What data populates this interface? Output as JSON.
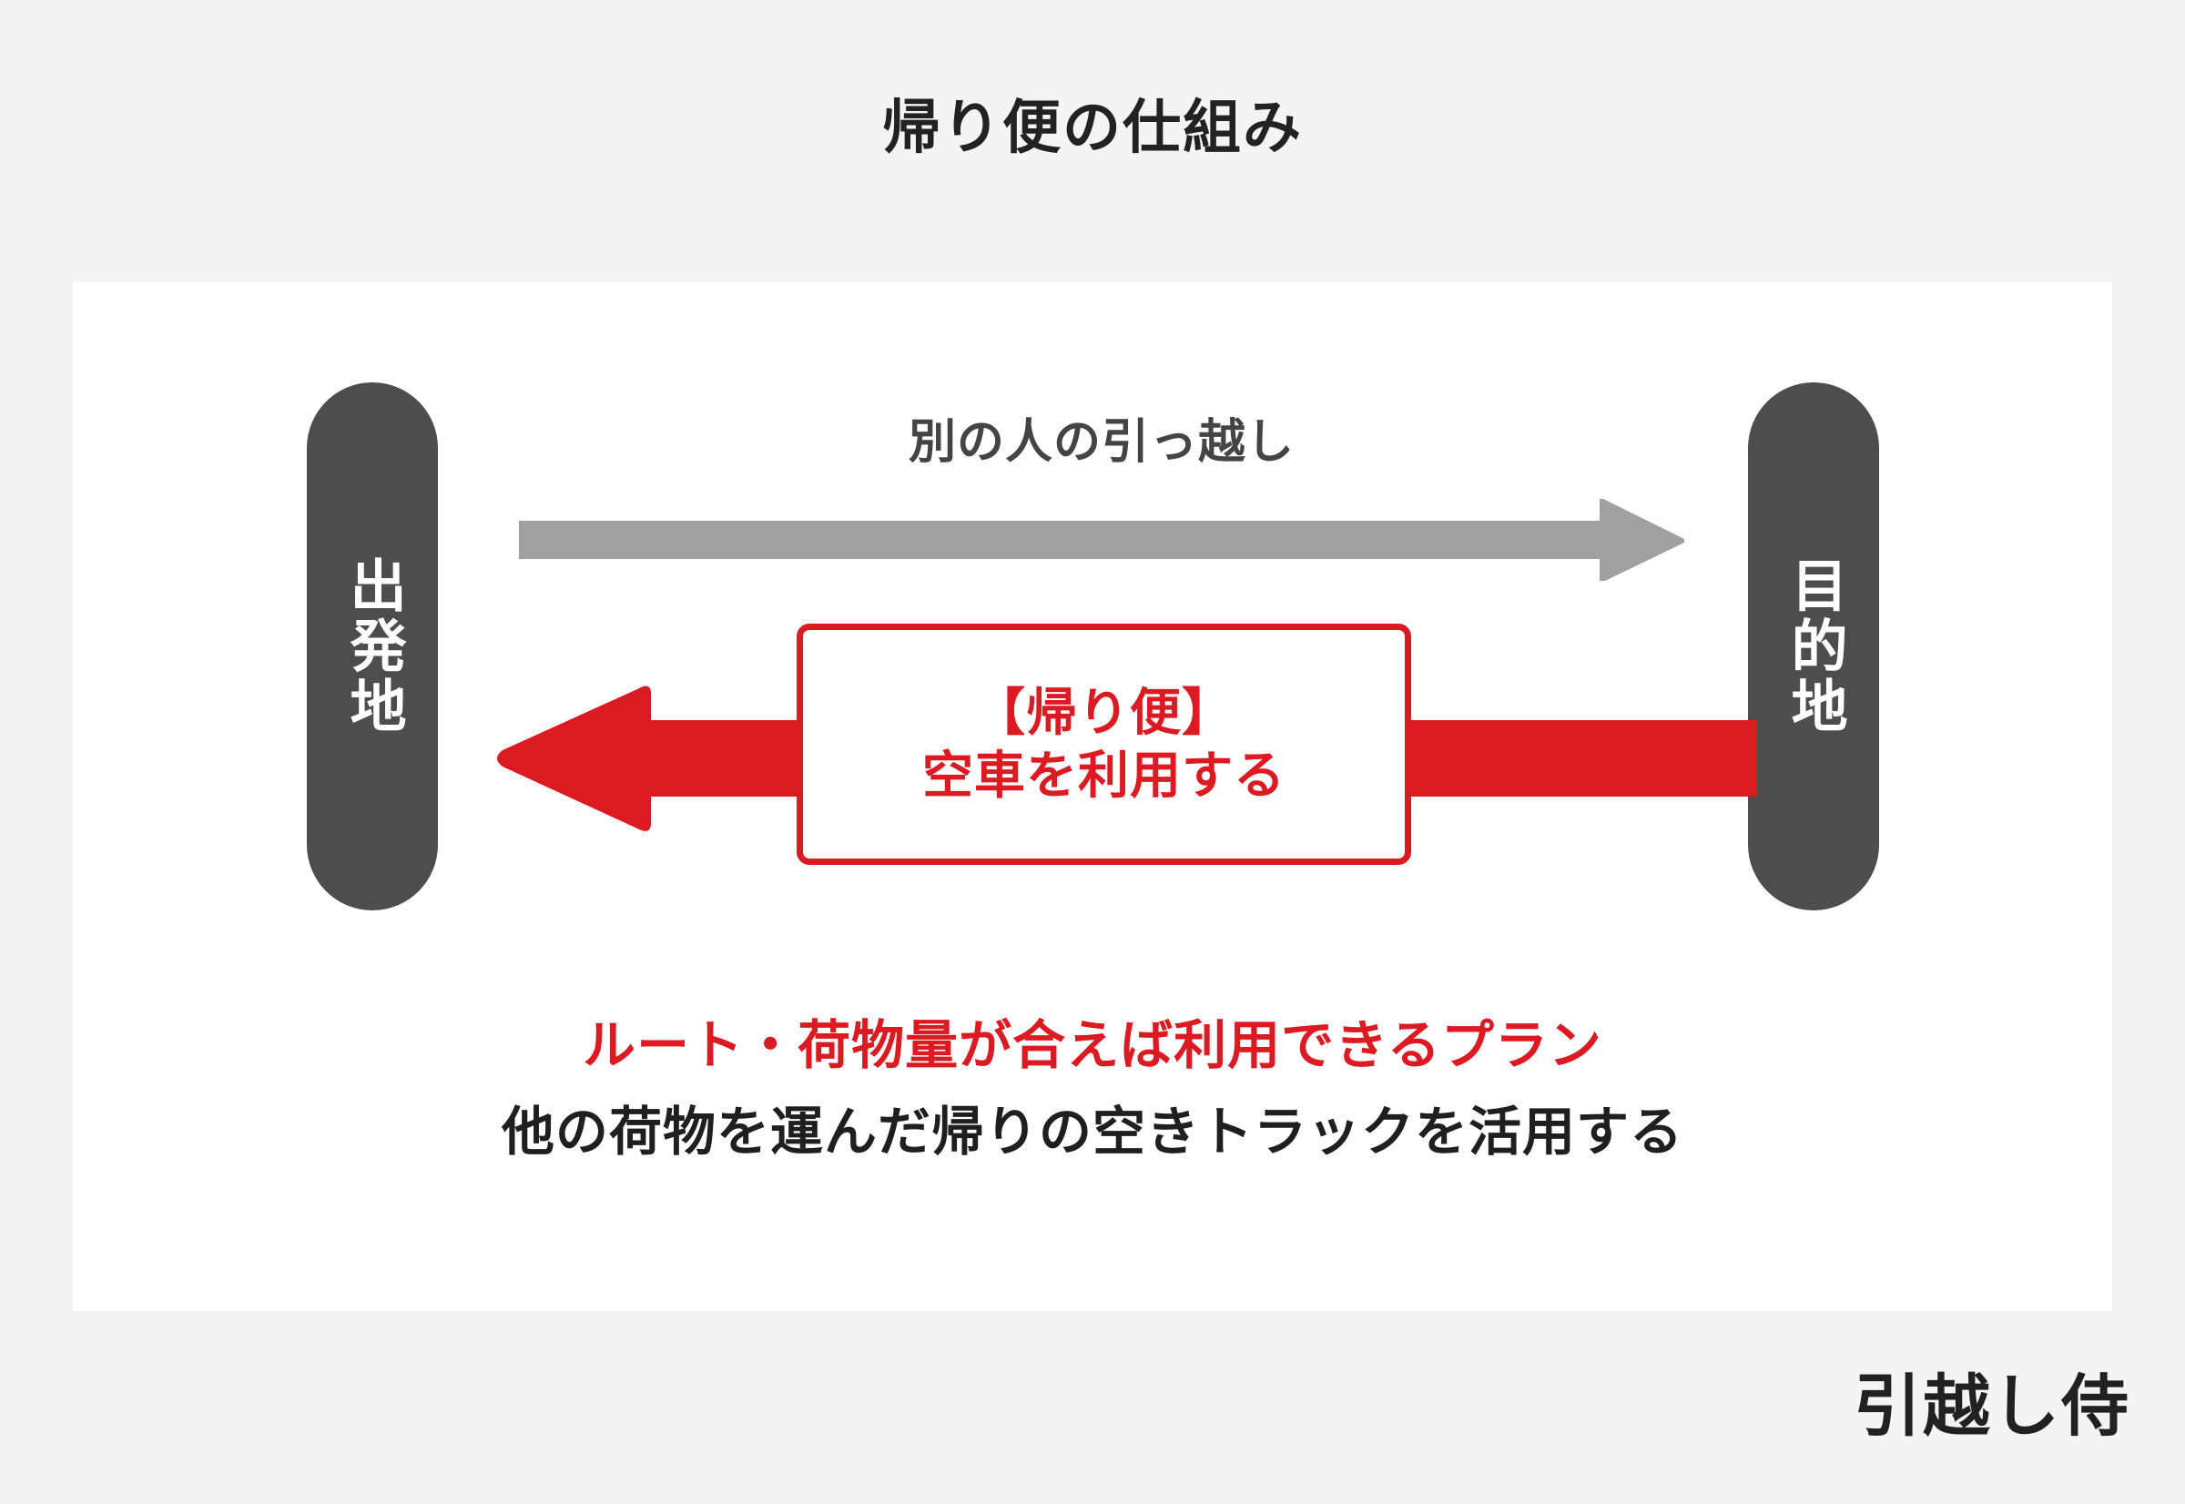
{
  "title": "帰り便の仕組み",
  "colors": {
    "background": "#f4f4f4",
    "card": "#ffffff",
    "pill": "#4d4d4d",
    "accent_red": "#dc1a22",
    "arrow_gray": "#a0a0a0",
    "text_dark": "#1f1f1f",
    "text_gray": "#444444"
  },
  "diagram": {
    "origin_pill": {
      "label": "出発地"
    },
    "destination_pill": {
      "label": "目的地"
    },
    "gray_arrow": {
      "label": "別の人の引っ越し",
      "direction": "right",
      "color": "#a0a0a0"
    },
    "red_arrow": {
      "direction": "left",
      "color": "#dc1a22"
    },
    "callout": {
      "line1": "【帰り便】",
      "line2": "空車を利用する"
    }
  },
  "captions": {
    "highlight": "ルート・荷物量が合えば利用できるプラン",
    "detail": "他の荷物を運んだ帰りの空きトラックを活用する"
  },
  "logo": {
    "text": "引越し侍"
  }
}
